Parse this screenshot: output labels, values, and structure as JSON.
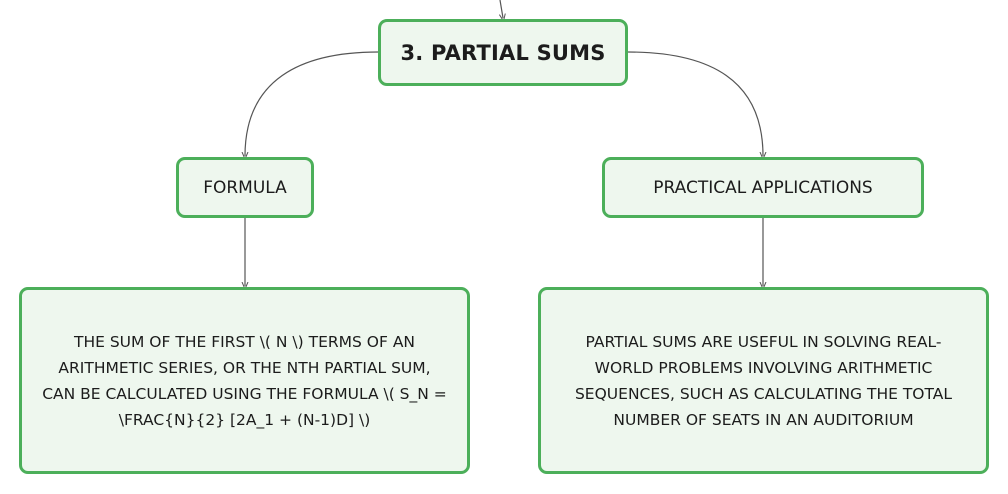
{
  "diagram": {
    "root": {
      "label": "3. PARTIAL SUMS"
    },
    "left": {
      "label": "FORMULA",
      "description": "THE SUM OF THE FIRST \\( N \\) TERMS OF AN ARITHMETIC SERIES, OR THE NTH PARTIAL SUM, CAN BE CALCULATED USING THE FORMULA \\( S_N = \\FRAC{N}{2} [2A_1 + (N-1)D] \\)"
    },
    "right": {
      "label": "PRACTICAL APPLICATIONS",
      "description": "PARTIAL SUMS ARE USEFUL IN SOLVING REAL-WORLD PROBLEMS INVOLVING ARITHMETIC SEQUENCES, SUCH AS CALCULATING THE TOTAL NUMBER OF SEATS IN AN AUDITORIUM"
    },
    "colors": {
      "node_border": "#4caf5a",
      "node_fill": "#eef7ee",
      "connector": "#555555"
    }
  }
}
